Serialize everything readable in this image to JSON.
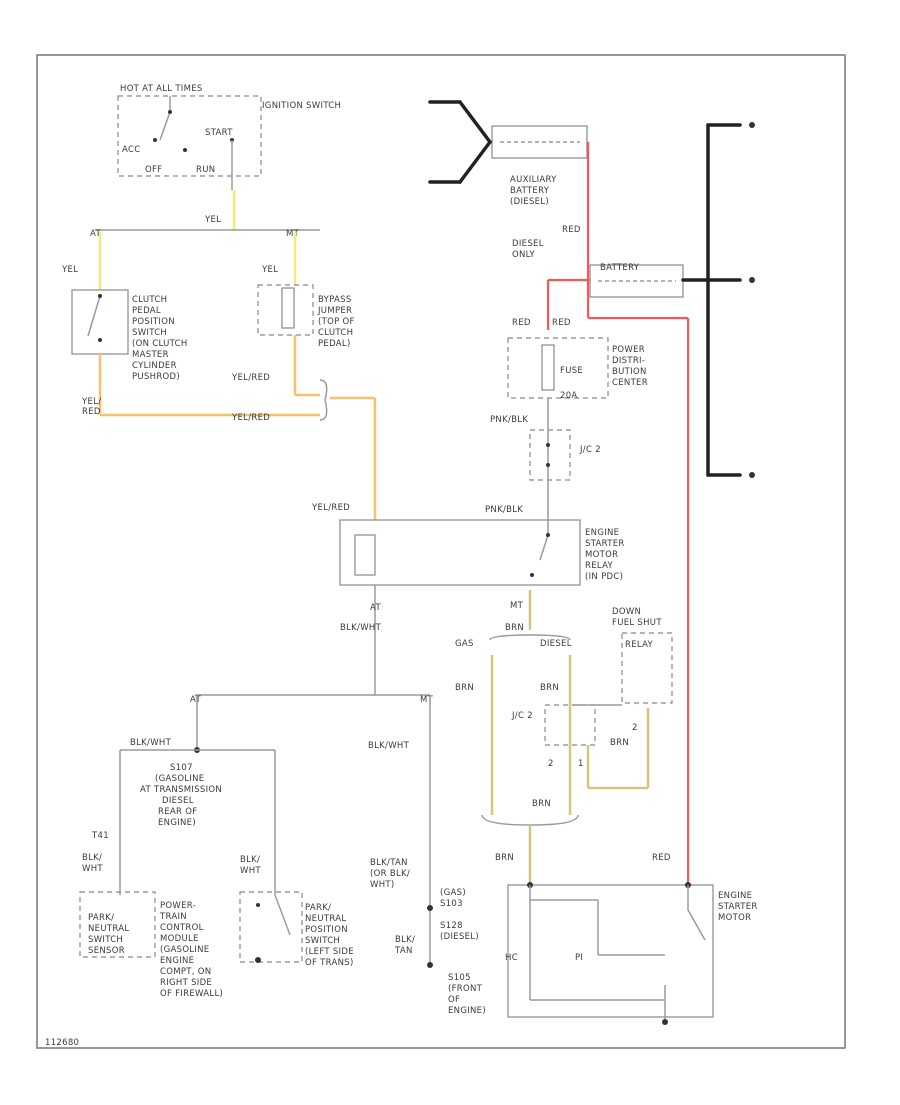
{
  "diagram": {
    "labels": {
      "ign_hot": "HOT AT ALL TIMES",
      "ign_switch": "IGNITION SWITCH",
      "acc": "ACC",
      "start": "START",
      "lock": "OFF",
      "run": "RUN",
      "yel_top": "YEL",
      "yel_left": "YEL",
      "yel_mid": "YEL",
      "clutch_switch": "CLUTCH PEDAL POSITION SWITCH (ON CLUTCH MASTER CYLINDER PUSHROD)",
      "bypass": "BYPASS JUMPER (TOP OF CLUTCH PEDAL)",
      "yelred_1": "YEL/RED",
      "yelred_2": "YEL/RED",
      "yelred_3": "YEL/RED",
      "yelred_left": "YEL/ RED",
      "aux_batt": "AUXILIARY BATTERY (DIESEL)",
      "red_1": "RED",
      "diesel_only": "DIESEL ONLY",
      "battery": "BATTERY",
      "red_2": "RED",
      "red_3": "RED",
      "pdc": "POWER DISTRIBUTION CENTER",
      "fuse": "FUSE",
      "fuse_amp": "20A",
      "pnk_blk_1": "PNK/BLK",
      "jc2_top": "J/C 2",
      "pnk_blk_2": "PNK/BLK",
      "relay": "ENGINE STARTER MOTOR RELAY (IN PDC)",
      "at_label": "AT",
      "blk_wht_relay": "BLK/WHT",
      "mt_label": "MT",
      "brn_top": "BRN",
      "gas_label": "GAS",
      "diesel_label": "DIESEL",
      "fuel_shutdown": "FUEL SHUT DOWN RELAY",
      "brn_left": "BRN",
      "brn_a": "BRN",
      "jc2_bottom": "J/C 2",
      "brn_b": "BRN",
      "brn_c": "BRN",
      "brn_d": "BRN",
      "at_branch": "AT",
      "mt_branch": "MT",
      "blk_wht_left": "BLK/WHT",
      "blk_wht_right": "BLK/WHT",
      "s107": "S107 (GASOLINE AT TRANSMISSION DIESEL REAR OF ENGINE)",
      "t41": "T41",
      "blk_wht_t41": "BLK/ WHT",
      "pnsw_left": "PARK/ NEUTRAL SWITCH SENSOR",
      "pcm": "POWER- TRAIN CONTROL MODULE (GASOLINE ENGINE COMPT, ON RIGHT SIDE OF FIREWALL)",
      "blk_wht_mid": "BLK/ WHT",
      "pnsw_right": "PARK/ NEUTRAL POSITION SWITCH (LEFT SIDE OF TRANS)",
      "blk_tan": "BLK/TAN (OR BLK/ WHT)",
      "s103": "S103 (GAS)",
      "s128": "S128 (DIESEL)",
      "blk_tan_2": "BLK/ TAN",
      "s105": "S105 (FRONT OF ENGINE)",
      "red_starter": "RED",
      "brn_starter": "BRN",
      "starter": "ENGINE STARTER MOTOR",
      "hc": "HC",
      "pi": "PI",
      "code": "112680"
    }
  }
}
